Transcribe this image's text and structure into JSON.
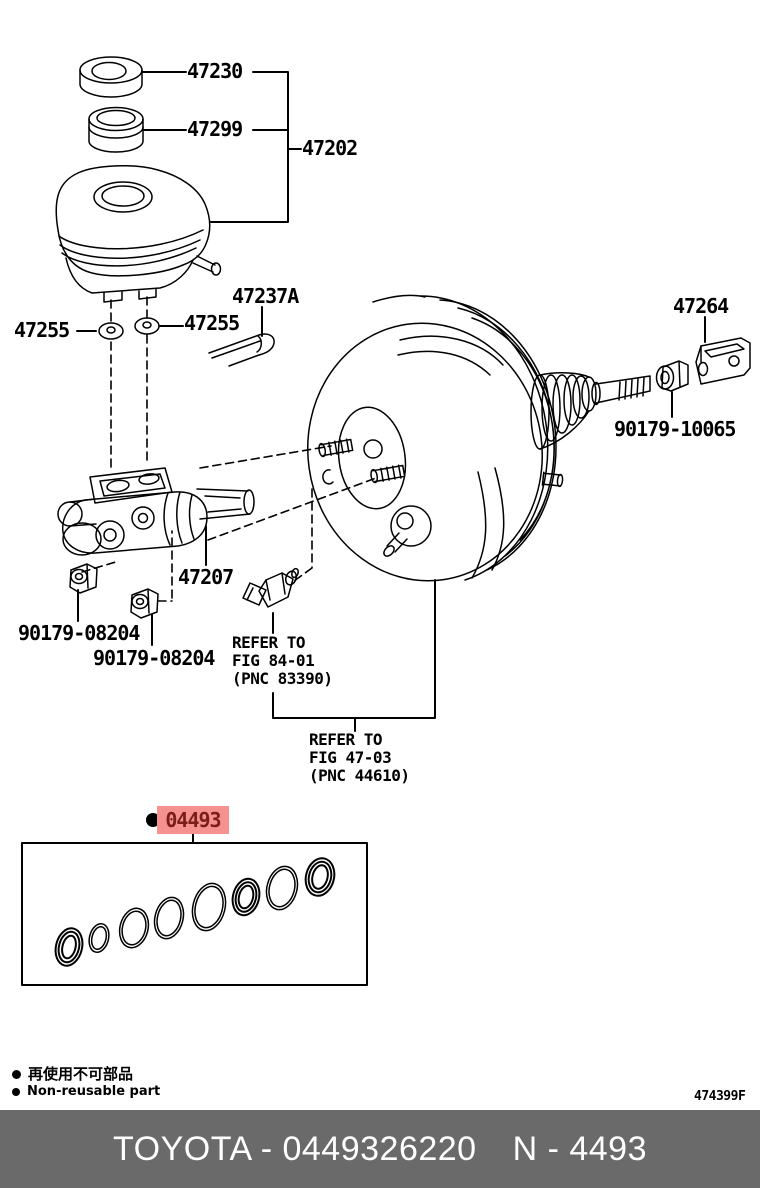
{
  "colors": {
    "hl_bg": "#f5918e",
    "hl_text": "#7b1d18",
    "footer_bg": "#6a6a6a",
    "footer_text": "#ffffff",
    "ink": "#000000"
  },
  "parts": {
    "p47230": "47230",
    "p47299": "47299",
    "p47202": "47202",
    "p47237a": "47237A",
    "p47255_left": "47255",
    "p47255_right": "47255",
    "p47264": "47264",
    "p90179_10065": "90179-10065",
    "p47207": "47207",
    "p90179_08204_a": "90179-08204",
    "p90179_08204_b": "90179-08204",
    "p04493": "04493"
  },
  "references": {
    "ref1": {
      "lines": [
        "REFER TO",
        "FIG 84-01",
        "(PNC 83390)"
      ]
    },
    "ref2": {
      "lines": [
        "REFER TO",
        "FIG 47-03",
        "(PNC 44610)"
      ]
    }
  },
  "legend": {
    "jp": "再使用不可部品",
    "en": "Non-reusable part"
  },
  "doc_code": "474399F",
  "footer": {
    "left": "TOYOTA - 0449326220",
    "right": "N - 4493"
  }
}
